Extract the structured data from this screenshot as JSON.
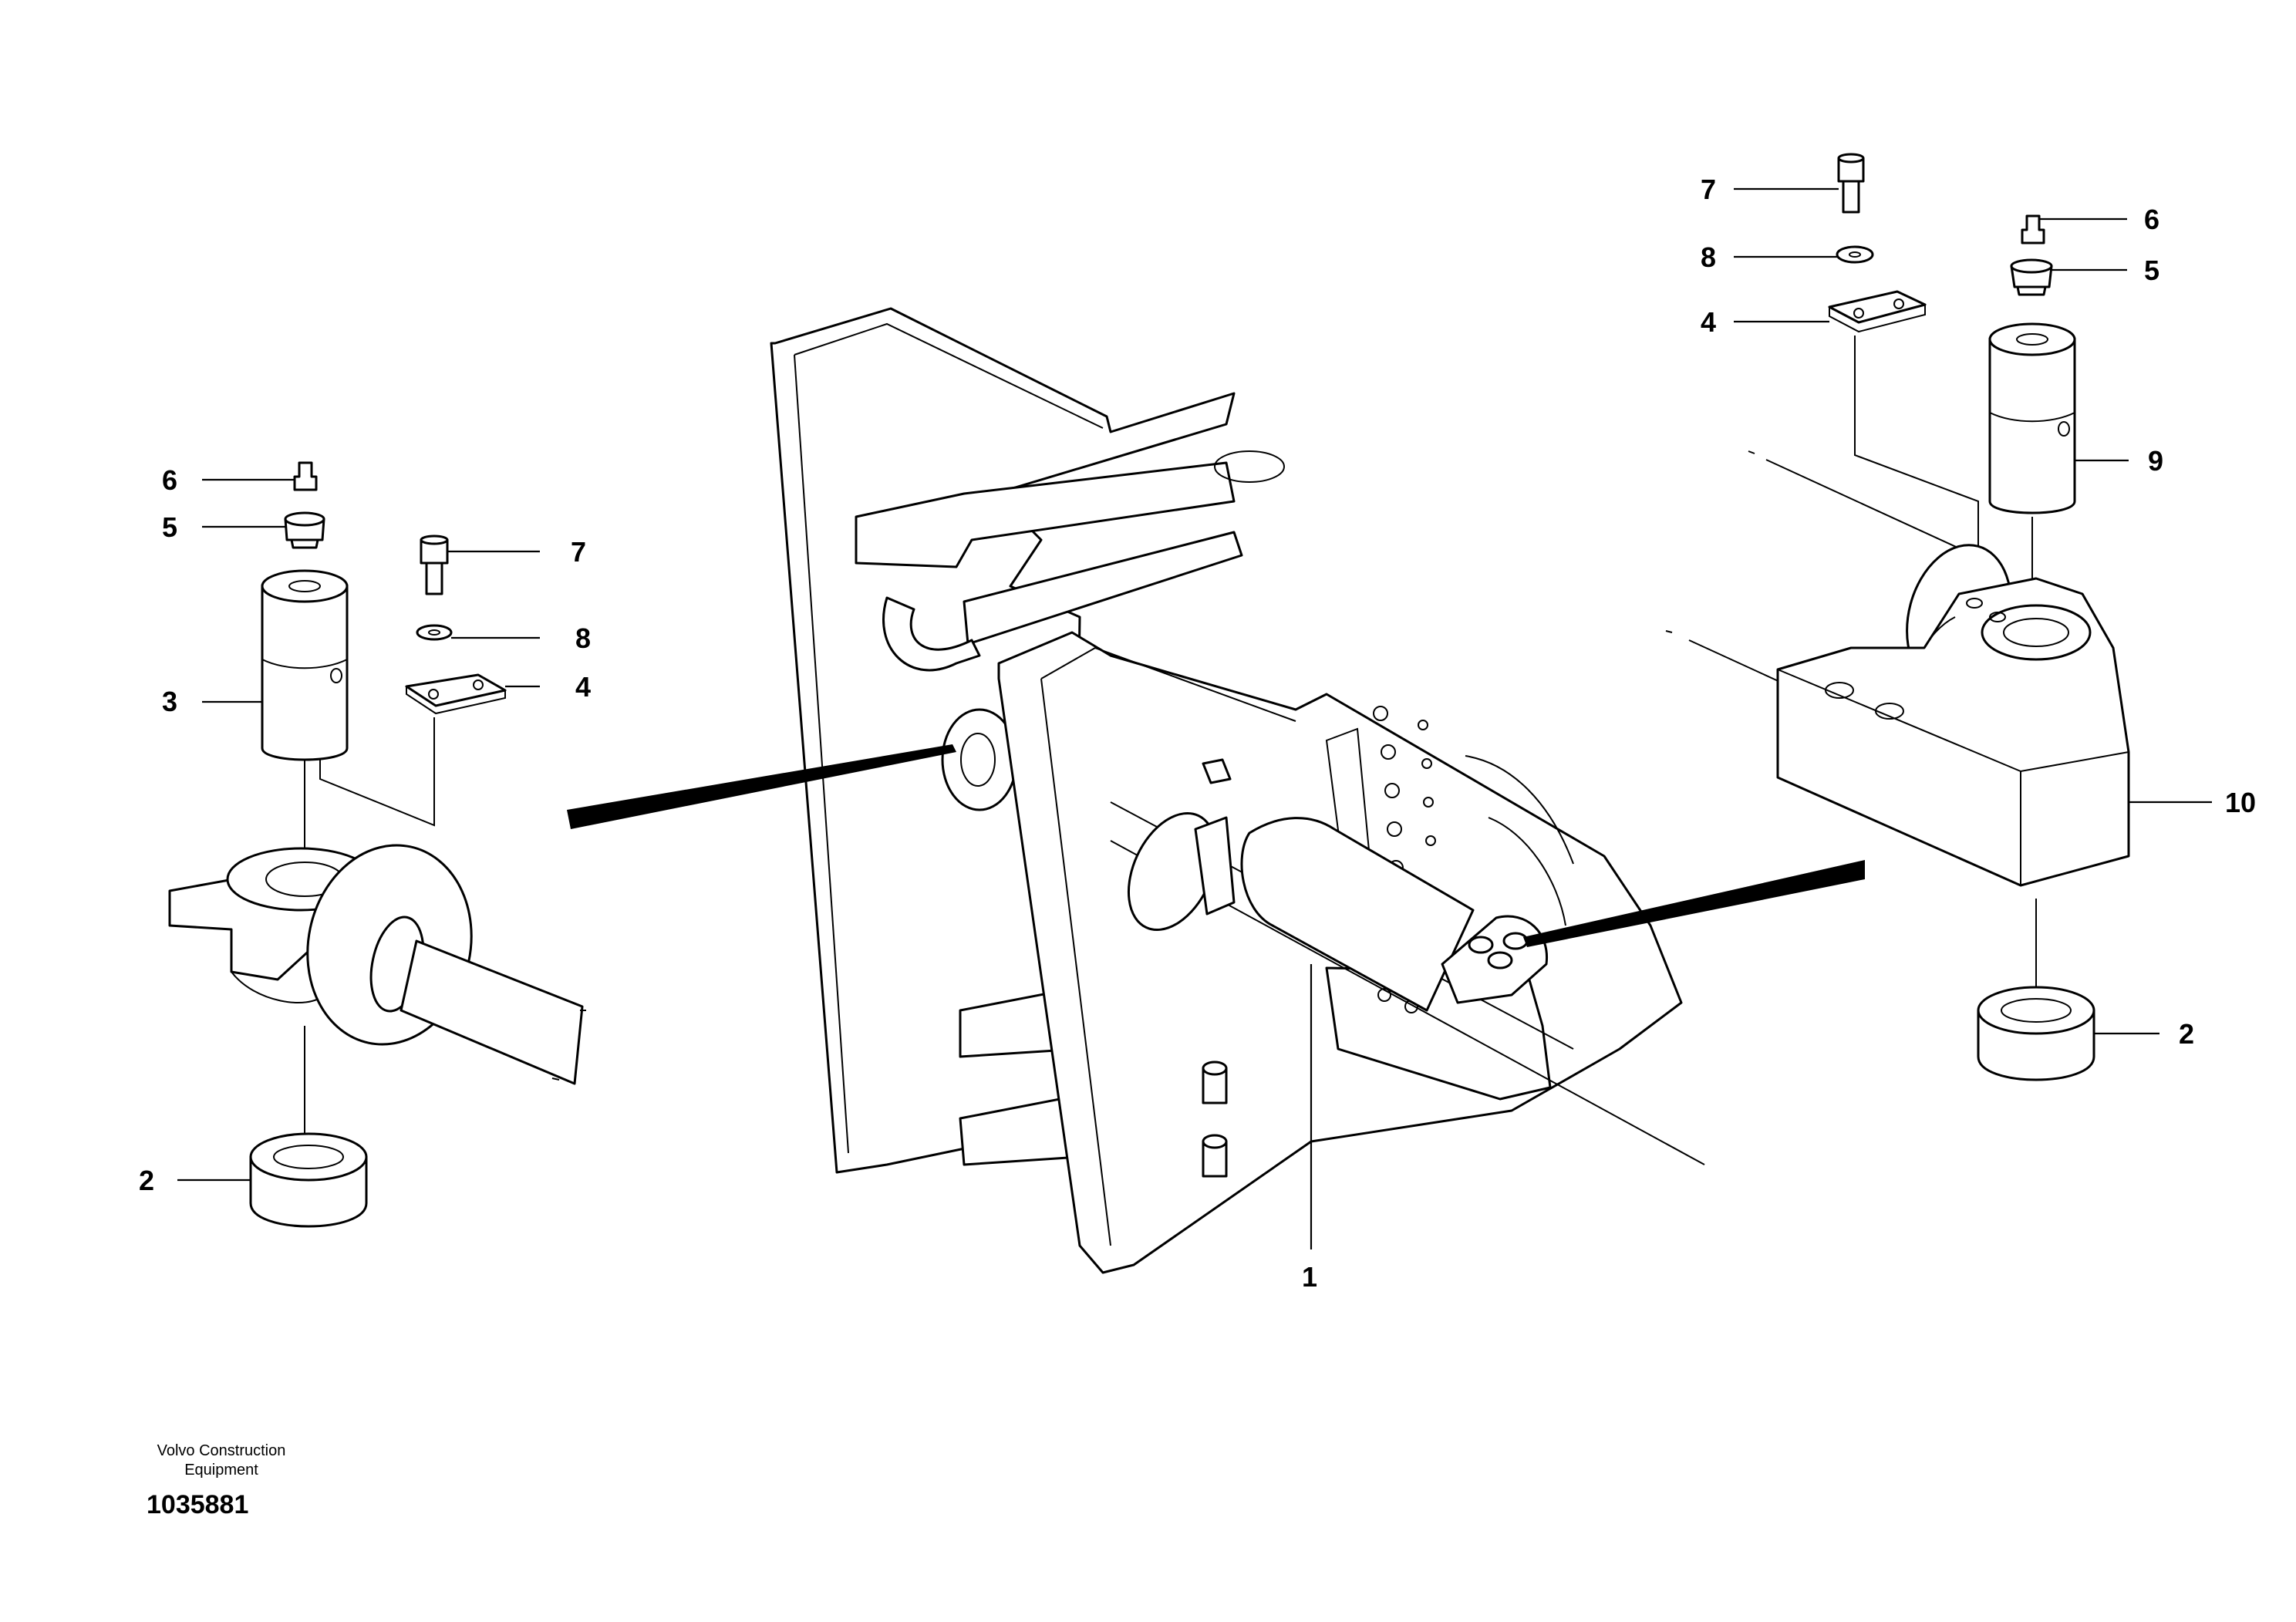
{
  "diagram": {
    "accent_color": "#000000",
    "callouts_left": {
      "c6": "6",
      "c5": "5",
      "c3": "3",
      "c7": "7",
      "c8": "8",
      "c4": "4",
      "c2": "2"
    },
    "callouts_right": {
      "c7": "7",
      "c8": "8",
      "c4": "4",
      "c6": "6",
      "c5": "5",
      "c9": "9",
      "c10": "10",
      "c2": "2"
    },
    "callout_center": {
      "c1": "1"
    },
    "footer": {
      "brand_line1": "Volvo Construction",
      "brand_line2": "Equipment",
      "drawing_number": "1035881"
    }
  }
}
